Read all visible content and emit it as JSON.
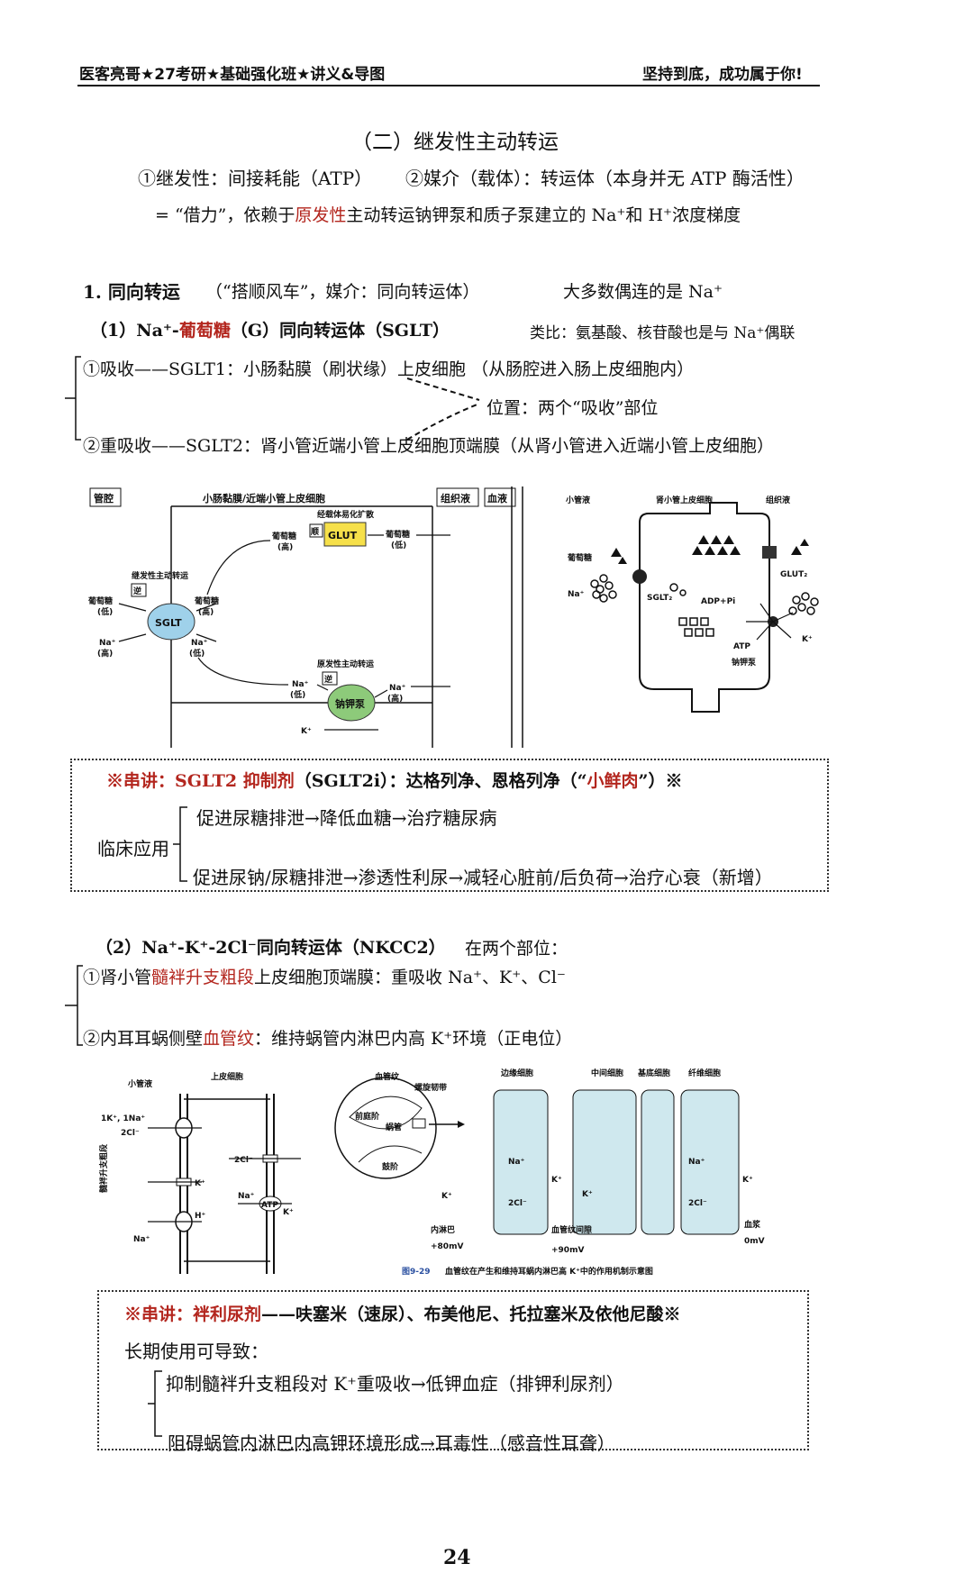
{
  "header": {
    "left": "医客亮哥★27考研★基础强化班★讲义&导图",
    "right": "坚持到底，成功属于你!"
  },
  "section_title": "（二）继发性主动转运",
  "intro": {
    "line1_a": "①继发性：间接耗能（ATP）",
    "line1_b": "②媒介（载体）：转运体（本身并无 ATP 酶活性）",
    "line2_pre": "= “借力”，依赖于",
    "line2_red": "原发性",
    "line2_post": "主动转运钠钾泵和质子泵建立的 Na⁺和 H⁺浓度梯度"
  },
  "s1": {
    "title": "1. 同向转运",
    "sub": "（“搭顺风车”，媒介：同向转运体）",
    "note": "大多数偶连的是 Na⁺",
    "item1_pre": "（1）Na⁺-",
    "item1_red": "葡萄糖",
    "item1_post": "（G）同向转运体（SGLT）",
    "analogy": "类比：氨基酸、核苷酸也是与 Na⁺偶联",
    "absorb": "①吸收——SGLT1：小肠黏膜（刷状缘）上皮细胞 （从肠腔进入肠上皮细胞内）",
    "position": "位置：两个“吸收”部位",
    "reabsorb": "②重吸收——SGLT2：肾小管近端小管上皮细胞顶端膜（从肾小管进入近端小管上皮细胞）"
  },
  "fig1": {
    "lumen": "管腔",
    "cell": "小肠黏膜/近端小管上皮细胞",
    "tissue": "组织液",
    "blood": "血液",
    "sec_active": "继发性主动转运",
    "carrier_fd": "经载体易化扩散",
    "primary": "原发性主动转运",
    "glu": "葡萄糖",
    "low": "(低)",
    "high": "(高)",
    "na": "Na⁺",
    "k": "K⁺",
    "sglt": "SGLT",
    "glut": "GLUT",
    "pump": "钠钾泵",
    "rev": "逆",
    "shun": "顺"
  },
  "fig2": {
    "tubular": "小管液",
    "cell": "肾小管上皮细胞",
    "tissue": "组织液",
    "glu": "葡萄糖",
    "na": "Na⁺",
    "k": "K⁺",
    "sglt2": "SGLT₂",
    "glut2": "GLUT₂",
    "adp": "ADP+Pi",
    "atp": "ATP",
    "pump": "钠钾泵"
  },
  "box1": {
    "title_pre": "※串讲：",
    "title_red": "SGLT2 抑制剂",
    "title_mid": "（SGLT2i）：达格列净、恩格列净（“",
    "title_red2": "小鲜肉",
    "title_post": "”）※",
    "clinical": "临床应用",
    "line1": "促进尿糖排泄→降低血糖→治疗糖尿病",
    "line2": "促进尿钠/尿糖排泄→渗透性利尿→减轻心脏前/后负荷→治疗心衰（新增）"
  },
  "s2": {
    "title": "（2）Na⁺-K⁺-2Cl⁻同向转运体（NKCC2）",
    "note": "在两个部位：",
    "l1_pre": "①肾小管",
    "l1_red": "髓袢升支粗段",
    "l1_post": "上皮细胞顶端膜：重吸收 Na⁺、K⁺、Cl⁻",
    "l2_pre": "②内耳耳蜗侧壁",
    "l2_red": "血管纹",
    "l2_post": "：维持蜗管内淋巴内高 K⁺环境（正电位）"
  },
  "fig3": {
    "tubular": "小管液",
    "epi": "上皮细胞",
    "side": "髓袢升支粗段",
    "l_ions": "1K⁺, 1Na⁺",
    "cl2": "2Cl⁻",
    "k": "K⁺",
    "na": "Na⁺",
    "h": "H⁺",
    "atp": "ATP"
  },
  "fig4": {
    "vessel": "血管纹",
    "spiral": "螺旋韧带",
    "vest": "前庭阶",
    "duct": "蜗管",
    "tymp": "鼓阶",
    "marginal": "边缘细胞",
    "inter": "中间细胞",
    "basal": "基底细胞",
    "fiber": "纤维细胞",
    "endo": "内淋巴",
    "mv80": "+80mV",
    "gap": "血管纹间隙",
    "mv90": "+90mV",
    "plasma": "血浆",
    "mv0": "0mV",
    "k": "K⁺",
    "na": "Na⁺",
    "cl2": "2Cl⁻",
    "caption_no": "图9-29",
    "caption": "血管纹在产生和维持耳蜗内淋巴高 K⁺中的作用机制示意图"
  },
  "box2": {
    "title_pre": "※串讲：",
    "title_red": "袢利尿剂",
    "title_post": "——呋塞米（速尿）、布美他尼、托拉塞米及依他尼酸※",
    "long": "长期使用可导致：",
    "line1": "抑制髓袢升支粗段对 K⁺重吸收→低钾血症（排钾利尿剂）",
    "line2": "阻碍蜗管内淋巴内高钾环境形成→耳毒性（感音性耳聋）"
  },
  "page_number": "24"
}
